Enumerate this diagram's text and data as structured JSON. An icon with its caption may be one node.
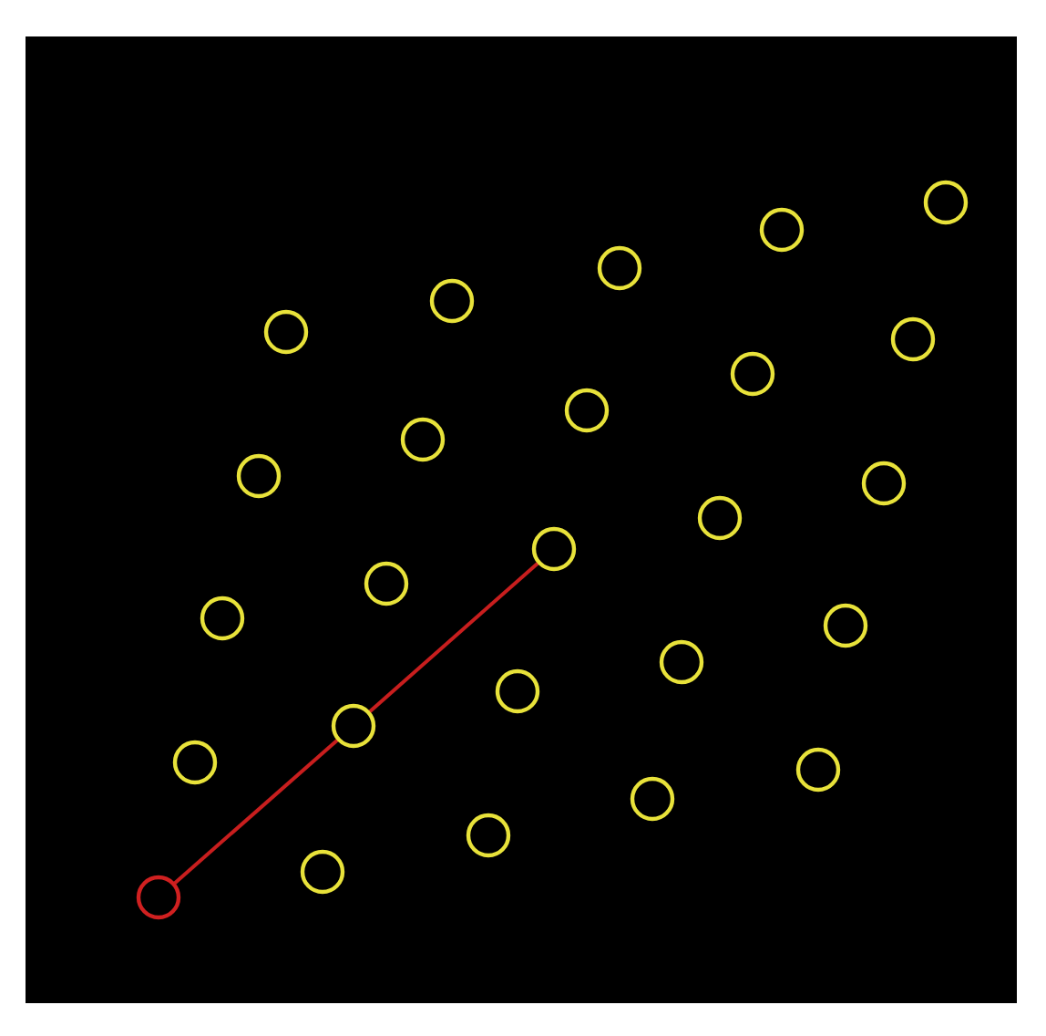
{
  "diagram": {
    "nodes": [
      {
        "text": [],
        "shape": "circle"
      },
      {
        "text": [],
        "shape": "circle"
      },
      {
        "text": [],
        "shape": "circle"
      },
      {
        "text": [],
        "shape": "circle"
      },
      {
        "text": [],
        "shape": "circle"
      },
      {
        "text": [],
        "shape": "circle"
      },
      {
        "text": [],
        "shape": "circle"
      },
      {
        "text": [],
        "shape": "circle"
      },
      {
        "text": [],
        "shape": "circle"
      },
      {
        "text": [],
        "shape": "circle"
      },
      {
        "text": [],
        "shape": "circle"
      },
      {
        "text": [],
        "shape": "circle"
      },
      {
        "text": [],
        "shape": "circle"
      },
      {
        "text": [],
        "shape": "circle"
      },
      {
        "text": [],
        "shape": "circle"
      },
      {
        "text": [],
        "shape": "circle"
      },
      {
        "text": [],
        "shape": "circle"
      },
      {
        "text": [],
        "shape": "circle"
      },
      {
        "text": [],
        "shape": "circle"
      },
      {
        "text": [],
        "shape": "circle"
      },
      {
        "text": [],
        "shape": "circle"
      },
      {
        "text": [],
        "shape": "circle"
      },
      {
        "text": [],
        "shape": "circle"
      },
      {
        "text": [],
        "shape": "circle"
      },
      {
        "text": [],
        "shape": "circle"
      }
    ],
    "edges": [
      {
        "from": 24,
        "to": 18,
        "arrow": "none"
      },
      {
        "from": 18,
        "to": 12,
        "arrow": "none"
      }
    ]
  }
}
